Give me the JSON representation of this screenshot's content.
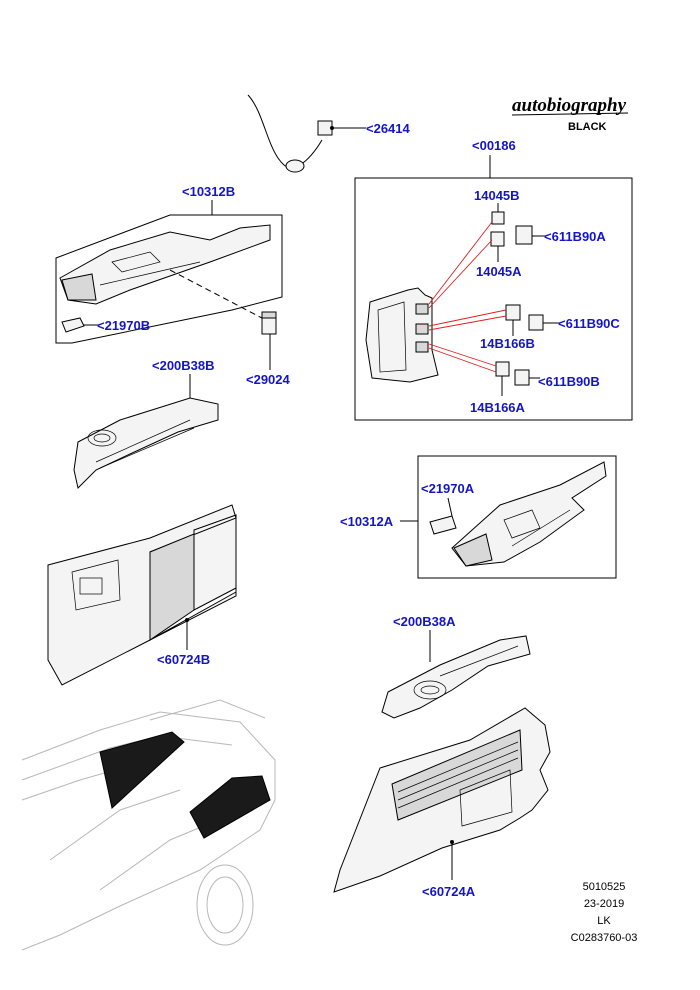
{
  "brand": {
    "script": "autobiography",
    "variant": "BLACK"
  },
  "callouts": {
    "c26414": "<26414",
    "c00186": "<00186",
    "c10312B": "<10312B",
    "c14045B": "14045B",
    "c14045A": "14045A",
    "c611B90A": "<611B90A",
    "c21970B": "<21970B",
    "c29024": "<29024",
    "c611B90C": "<611B90C",
    "c14B166B": "14B166B",
    "c200B38B": "<200B38B",
    "c611B90B": "<611B90B",
    "c14B166A": "14B166A",
    "c21970A": "<21970A",
    "c10312A": "<10312A",
    "c60724B": "<60724B",
    "c200B38A": "<200B38A",
    "c60724A": "<60724A"
  },
  "footer": {
    "line1": "5010525",
    "line2": "23-2019",
    "line3": "LK",
    "line4": "C0283760-03"
  }
}
